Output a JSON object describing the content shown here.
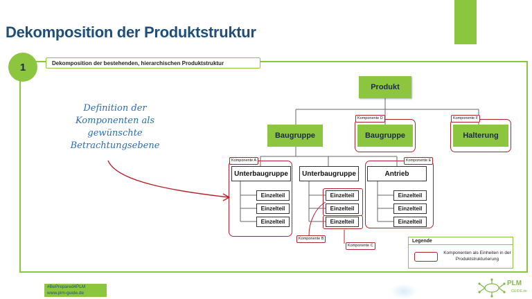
{
  "header": {
    "title": "Dekomposition der Produktstruktur"
  },
  "section": {
    "number": "1",
    "label": "Dekomposition der bestehenden, hierarchischen Produktstruktur"
  },
  "annotation": {
    "line1": "Definition der",
    "line2": "Komponenten als",
    "line3": "gewünschte",
    "line4": "Betrachtungsebene"
  },
  "tree": {
    "root": "Produkt",
    "level1": [
      "Baugruppe",
      "Baugruppe",
      "Halterung"
    ],
    "level2": [
      "Unterbaugruppe",
      "Unterbaugruppe",
      "Antrieb"
    ],
    "parts": "Einzelteil"
  },
  "components": {
    "a": "Komponente A",
    "b": "Komponente B",
    "c": "Komponente C",
    "d": "Komponente D",
    "e": "Komponente E",
    "f": "Komponente F"
  },
  "legend": {
    "title": "Legende",
    "text": "Komponenten als Einheiten in der Produktstrukturierung"
  },
  "footer": {
    "hashtag": "#BePrepared4PLM",
    "url": "www.plm-guide.de"
  },
  "logo": {
    "name": "PLM",
    "sub": "GUIDE.de"
  },
  "colors": {
    "accent_green": "#8cc63f",
    "title_blue": "#1f4e79",
    "component_red": "#b5212b",
    "handwriting_blue": "#2a6bb5"
  }
}
